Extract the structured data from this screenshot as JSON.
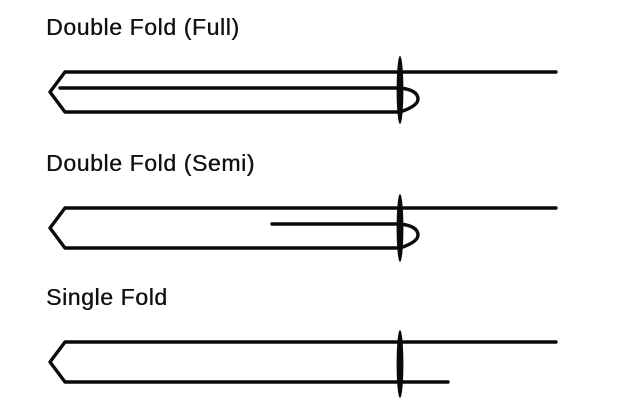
{
  "sections": [
    {
      "id": "full",
      "title": "Double Fold (Full)"
    },
    {
      "id": "semi",
      "title": "Double Fold (Semi)"
    },
    {
      "id": "single",
      "title": "Single Fold"
    }
  ]
}
